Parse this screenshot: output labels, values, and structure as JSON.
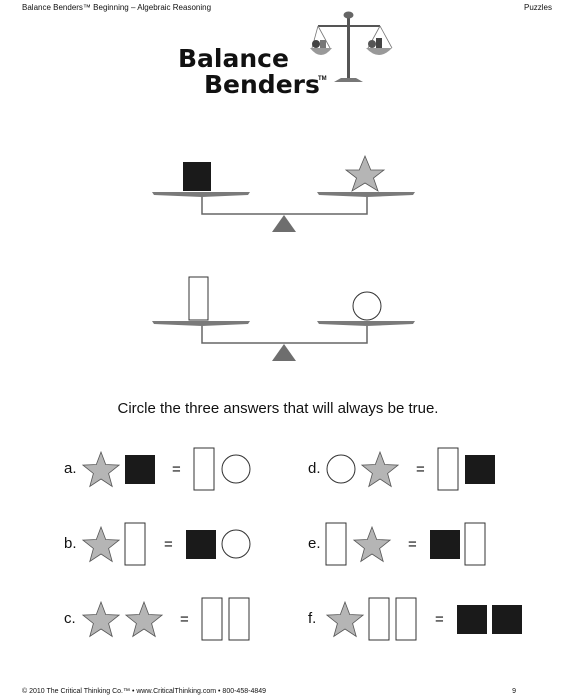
{
  "header": {
    "left": "Balance Benders™ Beginning – Algebraic Reasoning",
    "right": "Puzzles"
  },
  "logo": {
    "line1": "Balance",
    "line2": "Benders",
    "tm": "TM",
    "icon": "balance-scale-icon"
  },
  "instruction": "Circle the three answers that will always be true.",
  "answers": [
    {
      "label": "a.",
      "left": [
        "star",
        "square"
      ],
      "right": [
        "rectangle",
        "circle"
      ]
    },
    {
      "label": "b.",
      "left": [
        "star",
        "rectangle"
      ],
      "right": [
        "square",
        "circle"
      ]
    },
    {
      "label": "c.",
      "left": [
        "star",
        "star"
      ],
      "right": [
        "rectangle",
        "rectangle"
      ]
    },
    {
      "label": "d.",
      "left": [
        "circle",
        "star"
      ],
      "right": [
        "rectangle",
        "square"
      ]
    },
    {
      "label": "e.",
      "left": [
        "rectangle",
        "star"
      ],
      "right": [
        "square",
        "rectangle"
      ]
    },
    {
      "label": "f.",
      "left": [
        "star",
        "rectangle",
        "rectangle"
      ],
      "right": [
        "square",
        "square"
      ]
    }
  ],
  "equals": "=",
  "footer": {
    "left": "© 2010 The Critical Thinking Co.™ • www.CriticalThinking.com • 800-458-4849",
    "page": "9"
  },
  "colors": {
    "star_fill": "#b5b5b5",
    "square_fill": "#1a1a1a",
    "beam": "#7a7a7a"
  }
}
